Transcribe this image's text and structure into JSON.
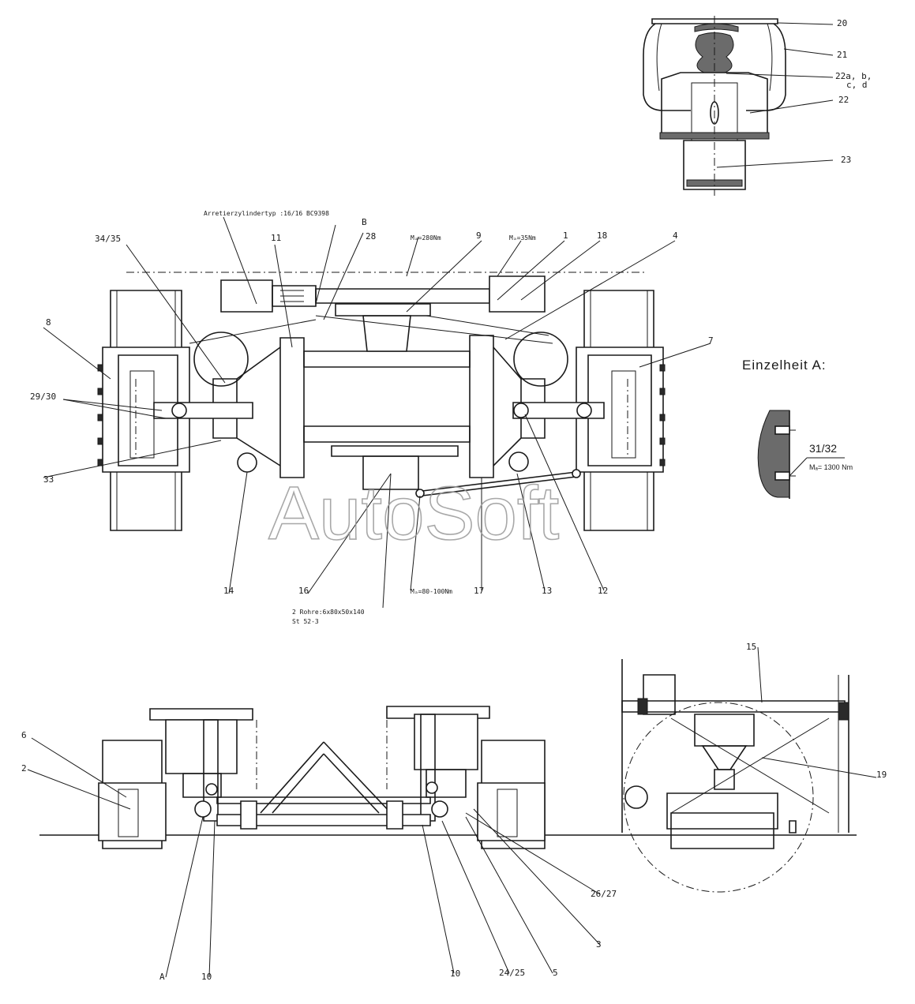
{
  "watermark": "AutoSoft",
  "detail_title": "Einzelheit A:",
  "annotations": {
    "cylinder_type": "Arretierzylindertyp :16/16  BC9398",
    "pipes_line1": "2 Rohre:6x80x50x140",
    "pipes_line2": "St 52-3",
    "torque_280": "Mₐ=280Nm",
    "torque_35": "Mₐ=35Nm",
    "torque_80_100": "Mₐ=80-100Nm",
    "torque_1300": "Mₐ= 1300 Nm"
  },
  "labels": {
    "n20": "20",
    "n21": "21",
    "n22abcd_a": "22a, b,",
    "n22abcd_b": "c, d",
    "n22": "22",
    "n23": "23",
    "n34_35": "34/35",
    "nB": "B",
    "n11": "11",
    "n28": "28",
    "n9": "9",
    "n1": "1",
    "n18": "18",
    "n4": "4",
    "n8": "8",
    "n7": "7",
    "n29_30": "29/30",
    "n33": "33",
    "n31_32": "31/32",
    "n14": "14",
    "n16": "16",
    "n17": "17",
    "n13": "13",
    "n12": "12",
    "n15": "15",
    "n19": "19",
    "n6": "6",
    "n2": "2",
    "n26_27": "26/27",
    "n3": "3",
    "nA": "A",
    "n10a": "10",
    "n10b": "10",
    "n24_25": "24/25",
    "n5": "5"
  }
}
